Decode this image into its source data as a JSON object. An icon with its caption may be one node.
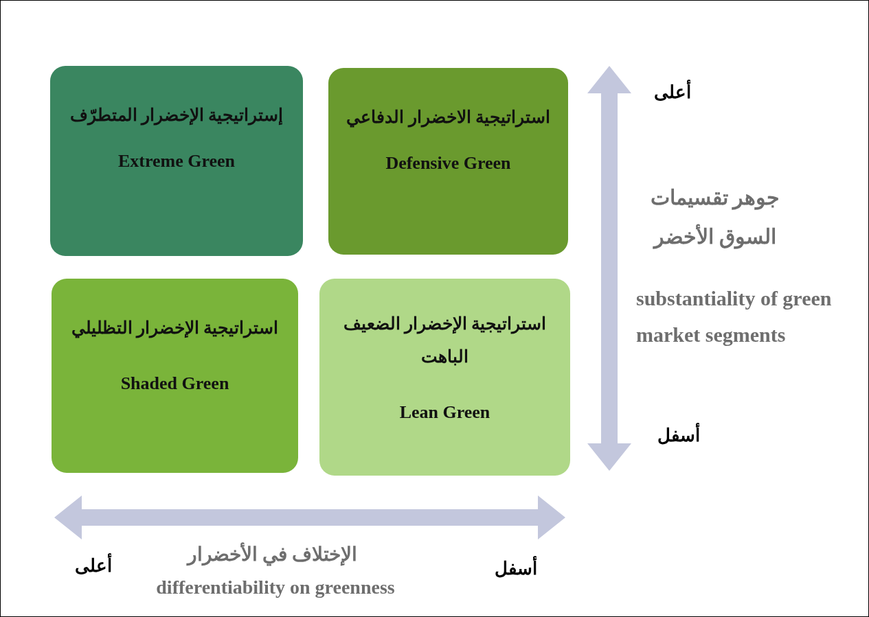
{
  "diagram": {
    "nodes": [
      {
        "text": [
          "إستراتيجية الإخضرار المتطرّف",
          "Extreme Green"
        ]
      },
      {
        "text": [
          "استراتيجية الاخضرار الدفاعي",
          "Defensive Green"
        ]
      },
      {
        "text": [
          "استراتيجية الإخضرار التظليلي",
          "Shaded Green"
        ]
      },
      {
        "text": [
          "استراتيجية الإخضرار الضعيف الباهت",
          "Lean Green"
        ]
      }
    ],
    "labels": [
      "أعلى",
      "جوهر تقسيمات السوق الأخضر",
      "substantiality of green market segments",
      "أسفل",
      "أعلى",
      "الإختلاف في الأخضرار",
      "أسفل",
      "differentiability on greenness"
    ]
  }
}
